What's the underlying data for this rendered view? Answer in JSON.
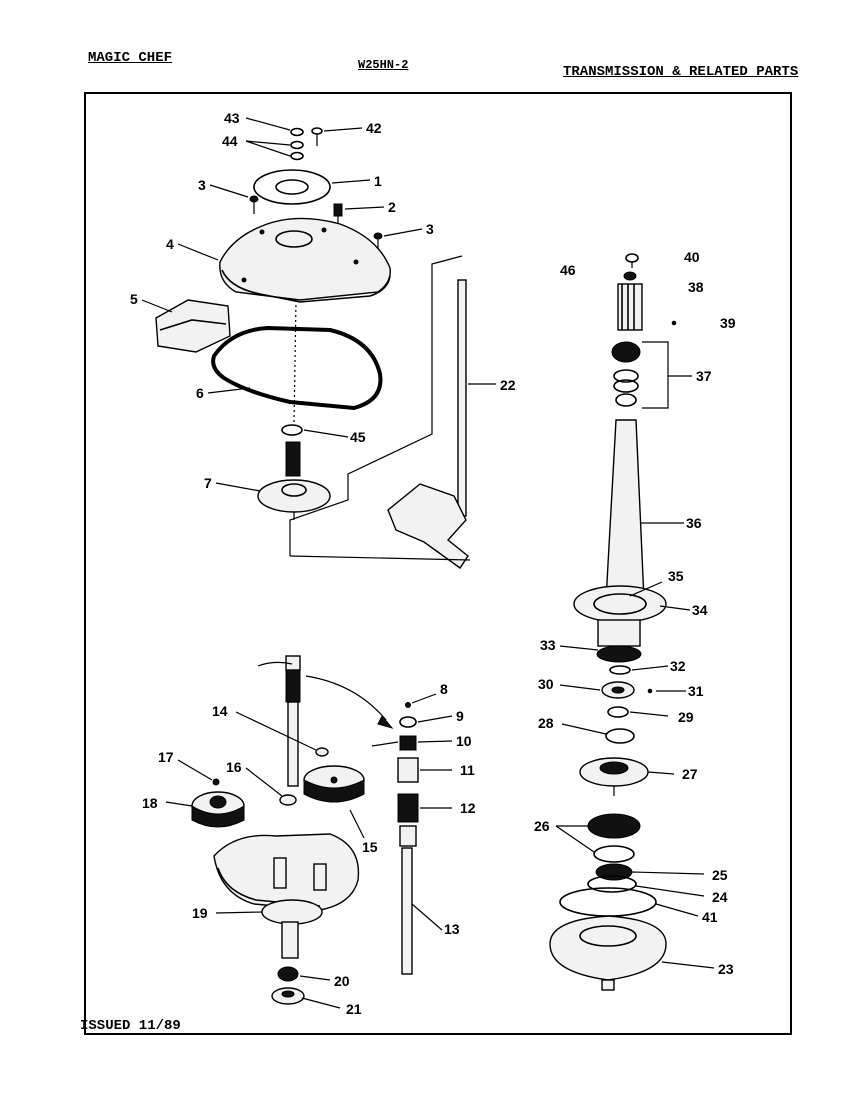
{
  "header": {
    "brand": "MAGIC CHEF",
    "model": "W25HN-2",
    "section": "TRANSMISSION & RELATED PARTS"
  },
  "footer": {
    "issued": "ISSUED 11/89"
  },
  "callouts": [
    {
      "id": "c43",
      "text": "43"
    },
    {
      "id": "c44",
      "text": "44"
    },
    {
      "id": "c42",
      "text": "42"
    },
    {
      "id": "c1",
      "text": "1"
    },
    {
      "id": "c3a",
      "text": "3"
    },
    {
      "id": "c2",
      "text": "2"
    },
    {
      "id": "c3b",
      "text": "3"
    },
    {
      "id": "c4",
      "text": "4"
    },
    {
      "id": "c5",
      "text": "5"
    },
    {
      "id": "c6",
      "text": "6"
    },
    {
      "id": "c45",
      "text": "45"
    },
    {
      "id": "c7",
      "text": "7"
    },
    {
      "id": "c22",
      "text": "22"
    },
    {
      "id": "c40",
      "text": "40"
    },
    {
      "id": "c46",
      "text": "46"
    },
    {
      "id": "c38",
      "text": "38"
    },
    {
      "id": "c39",
      "text": "39"
    },
    {
      "id": "c37",
      "text": "37"
    },
    {
      "id": "c36",
      "text": "36"
    },
    {
      "id": "c35",
      "text": "35"
    },
    {
      "id": "c34",
      "text": "34"
    },
    {
      "id": "c33",
      "text": "33"
    },
    {
      "id": "c32",
      "text": "32"
    },
    {
      "id": "c30",
      "text": "30"
    },
    {
      "id": "c31",
      "text": "31"
    },
    {
      "id": "c28",
      "text": "28"
    },
    {
      "id": "c29",
      "text": "29"
    },
    {
      "id": "c27",
      "text": "27"
    },
    {
      "id": "c26",
      "text": "26"
    },
    {
      "id": "c25",
      "text": "25"
    },
    {
      "id": "c24",
      "text": "24"
    },
    {
      "id": "c41",
      "text": "41"
    },
    {
      "id": "c23",
      "text": "23"
    },
    {
      "id": "c8",
      "text": "8"
    },
    {
      "id": "c9",
      "text": "9"
    },
    {
      "id": "c10",
      "text": "10"
    },
    {
      "id": "c11",
      "text": "11"
    },
    {
      "id": "c12",
      "text": "12"
    },
    {
      "id": "c13",
      "text": "13"
    },
    {
      "id": "c14",
      "text": "14"
    },
    {
      "id": "c17",
      "text": "17"
    },
    {
      "id": "c16",
      "text": "16"
    },
    {
      "id": "c18",
      "text": "18"
    },
    {
      "id": "c15",
      "text": "15"
    },
    {
      "id": "c19",
      "text": "19"
    },
    {
      "id": "c20",
      "text": "20"
    },
    {
      "id": "c21",
      "text": "21"
    }
  ]
}
